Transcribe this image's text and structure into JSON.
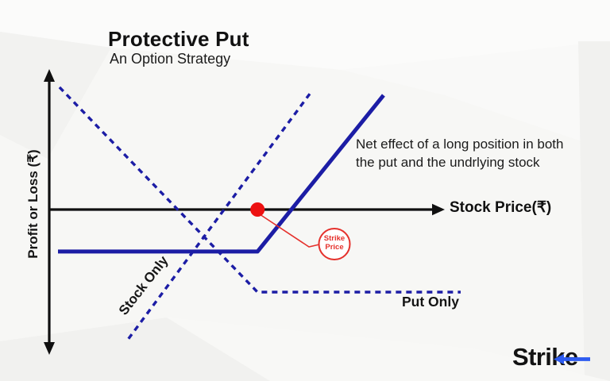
{
  "page": {
    "title": "Protective Put",
    "subtitle": "An Option Strategy"
  },
  "axes": {
    "x_label": "Stock Price(₹)",
    "y_label": "Profit or Loss (₹)"
  },
  "annotations": {
    "net_effect_line1": "Net effect of a long position in both",
    "net_effect_line2": "the put and the undrlying stock",
    "stock_only": "Stock Only",
    "put_only": "Put Only",
    "strike_label_line1": "Strike",
    "strike_label_line2": "Price"
  },
  "logo": {
    "text_left": "Stri",
    "text_right": "ke"
  },
  "colors": {
    "line_navy": "#1c1da5",
    "marker_red": "#ed1111",
    "accent_red": "#e5312c",
    "axis_black": "#101010",
    "logo_blue": "#2d5bf0"
  },
  "chart_data": {
    "type": "line",
    "title": "Protective Put — An Option Strategy",
    "xlabel": "Stock Price (₹)",
    "ylabel": "Profit or Loss (₹)",
    "units": "conceptual payoff diagram — axes have no numeric tick labels",
    "axis_range": {
      "x": [
        0,
        10.8
      ],
      "y": [
        -3.9,
        3.8
      ]
    },
    "grid": false,
    "legend_position": "inline labels on chart",
    "strike_x": 5.7,
    "series": [
      {
        "name": "Net effect of a long position in both the put and the undrlying stock",
        "style": "solid",
        "color": "#1c1da5",
        "points": [
          [
            0.24,
            -1.15
          ],
          [
            5.7,
            -1.15
          ],
          [
            9.15,
            3.13
          ]
        ]
      },
      {
        "name": "Stock Only",
        "style": "dashed",
        "color": "#1c1da5",
        "points": [
          [
            2.17,
            -3.54
          ],
          [
            7.13,
            3.17
          ]
        ]
      },
      {
        "name": "Put Only",
        "style": "dashed",
        "color": "#1c1da5",
        "points": [
          [
            0.28,
            3.35
          ],
          [
            5.7,
            -2.26
          ],
          [
            11.26,
            -2.26
          ]
        ]
      }
    ],
    "markers": [
      {
        "name": "Strike Price",
        "x": 5.7,
        "y": 0,
        "color": "#ed1111",
        "radius": 9
      }
    ]
  }
}
